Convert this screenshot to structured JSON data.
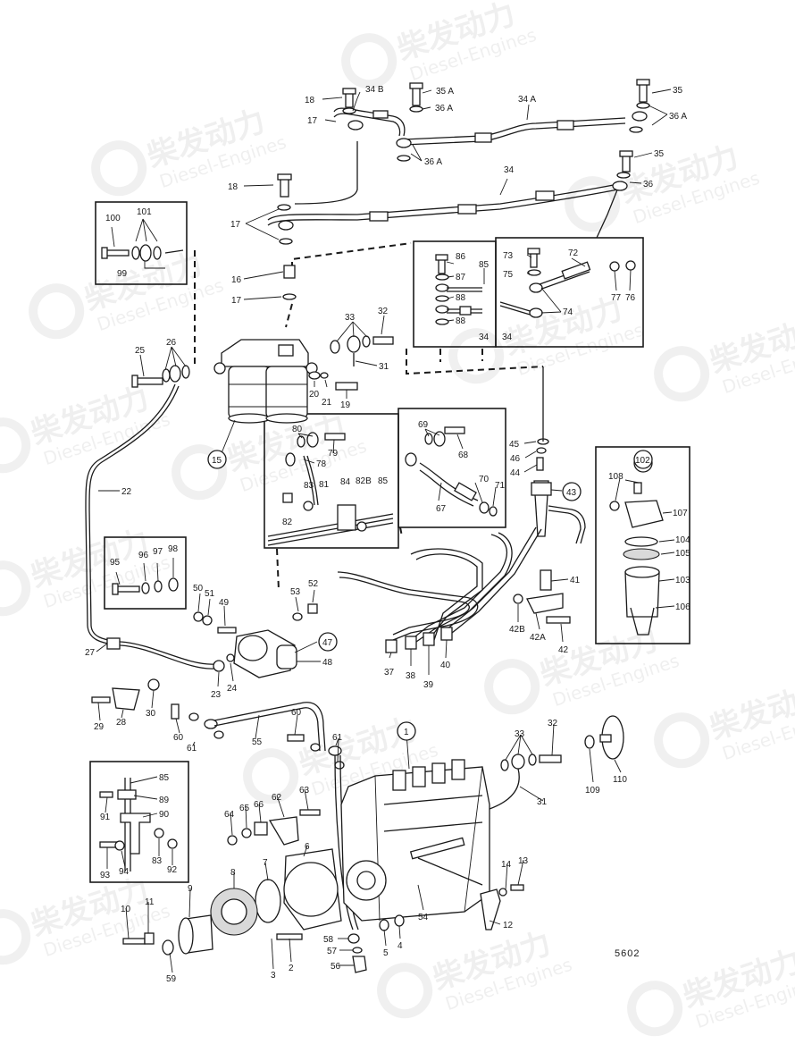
{
  "watermark": {
    "brand_cn": "柴发动力",
    "brand_en": "Diesel-Engines"
  },
  "drawing_number": "5602",
  "labels": [
    {
      "id": "l18a",
      "text": "18"
    },
    {
      "id": "l34b",
      "text": "34 B"
    },
    {
      "id": "l35a",
      "text": "35 A"
    },
    {
      "id": "l36a1",
      "text": "36 A"
    },
    {
      "id": "l34a",
      "text": "34 A"
    },
    {
      "id": "l35a2",
      "text": "35"
    },
    {
      "id": "l36a2",
      "text": "36 A"
    },
    {
      "id": "l17a",
      "text": "17"
    },
    {
      "id": "l36a3",
      "text": "36 A"
    },
    {
      "id": "l35b",
      "text": "35"
    },
    {
      "id": "l18b",
      "text": "18"
    },
    {
      "id": "l34",
      "text": "34"
    },
    {
      "id": "l36",
      "text": "36"
    },
    {
      "id": "l17b",
      "text": "17"
    },
    {
      "id": "l100",
      "text": "100"
    },
    {
      "id": "l101",
      "text": "101"
    },
    {
      "id": "l99",
      "text": "99"
    },
    {
      "id": "l16",
      "text": "16"
    },
    {
      "id": "l17c",
      "text": "17"
    },
    {
      "id": "l86",
      "text": "86"
    },
    {
      "id": "l85a",
      "text": "85"
    },
    {
      "id": "l87",
      "text": "87"
    },
    {
      "id": "l88a",
      "text": "88"
    },
    {
      "id": "l88b",
      "text": "88"
    },
    {
      "id": "l34c",
      "text": "34"
    },
    {
      "id": "l34d",
      "text": "34"
    },
    {
      "id": "l73",
      "text": "73"
    },
    {
      "id": "l72",
      "text": "72"
    },
    {
      "id": "l75",
      "text": "75"
    },
    {
      "id": "l77",
      "text": "77"
    },
    {
      "id": "l76",
      "text": "76"
    },
    {
      "id": "l74",
      "text": "74"
    },
    {
      "id": "l33a",
      "text": "33"
    },
    {
      "id": "l32a",
      "text": "32"
    },
    {
      "id": "l25",
      "text": "25"
    },
    {
      "id": "l26",
      "text": "26"
    },
    {
      "id": "l31a",
      "text": "31"
    },
    {
      "id": "l20",
      "text": "20"
    },
    {
      "id": "l21",
      "text": "21"
    },
    {
      "id": "l19",
      "text": "19"
    },
    {
      "id": "l15",
      "text": "15"
    },
    {
      "id": "l80",
      "text": "80"
    },
    {
      "id": "l79",
      "text": "79"
    },
    {
      "id": "l78",
      "text": "78"
    },
    {
      "id": "l83a",
      "text": "83"
    },
    {
      "id": "l81",
      "text": "81"
    },
    {
      "id": "l84",
      "text": "84"
    },
    {
      "id": "l82b",
      "text": "82B"
    },
    {
      "id": "l85b",
      "text": "85"
    },
    {
      "id": "l82",
      "text": "82"
    },
    {
      "id": "l69",
      "text": "69"
    },
    {
      "id": "l68",
      "text": "68"
    },
    {
      "id": "l70",
      "text": "70"
    },
    {
      "id": "l71",
      "text": "71"
    },
    {
      "id": "l67",
      "text": "67"
    },
    {
      "id": "l45",
      "text": "45"
    },
    {
      "id": "l46",
      "text": "46"
    },
    {
      "id": "l44",
      "text": "44"
    },
    {
      "id": "l43",
      "text": "43"
    },
    {
      "id": "l102",
      "text": "102"
    },
    {
      "id": "l108",
      "text": "108"
    },
    {
      "id": "l107",
      "text": "107"
    },
    {
      "id": "l104",
      "text": "104"
    },
    {
      "id": "l105",
      "text": "105"
    },
    {
      "id": "l103",
      "text": "103"
    },
    {
      "id": "l106",
      "text": "106"
    },
    {
      "id": "l22",
      "text": "22"
    },
    {
      "id": "l95",
      "text": "95"
    },
    {
      "id": "l96",
      "text": "96"
    },
    {
      "id": "l97",
      "text": "97"
    },
    {
      "id": "l98",
      "text": "98"
    },
    {
      "id": "l50",
      "text": "50"
    },
    {
      "id": "l51",
      "text": "51"
    },
    {
      "id": "l49",
      "text": "49"
    },
    {
      "id": "l53",
      "text": "53"
    },
    {
      "id": "l52",
      "text": "52"
    },
    {
      "id": "l41",
      "text": "41"
    },
    {
      "id": "l42b",
      "text": "42B"
    },
    {
      "id": "l42a",
      "text": "42A"
    },
    {
      "id": "l42",
      "text": "42"
    },
    {
      "id": "l27",
      "text": "27"
    },
    {
      "id": "l47",
      "text": "47"
    },
    {
      "id": "l48",
      "text": "48"
    },
    {
      "id": "l23",
      "text": "23"
    },
    {
      "id": "l24",
      "text": "24"
    },
    {
      "id": "l37",
      "text": "37"
    },
    {
      "id": "l38",
      "text": "38"
    },
    {
      "id": "l39",
      "text": "39"
    },
    {
      "id": "l40",
      "text": "40"
    },
    {
      "id": "l29",
      "text": "29"
    },
    {
      "id": "l28",
      "text": "28"
    },
    {
      "id": "l30",
      "text": "30"
    },
    {
      "id": "l60a",
      "text": "60"
    },
    {
      "id": "l61a",
      "text": "61"
    },
    {
      "id": "l55",
      "text": "55"
    },
    {
      "id": "l60b",
      "text": "60"
    },
    {
      "id": "l61b",
      "text": "61"
    },
    {
      "id": "l1",
      "text": "1"
    },
    {
      "id": "l33b",
      "text": "33"
    },
    {
      "id": "l32b",
      "text": "32"
    },
    {
      "id": "l31b",
      "text": "31"
    },
    {
      "id": "l109",
      "text": "109"
    },
    {
      "id": "l110",
      "text": "110"
    },
    {
      "id": "l85c",
      "text": "85"
    },
    {
      "id": "l89",
      "text": "89"
    },
    {
      "id": "l91",
      "text": "91"
    },
    {
      "id": "l90",
      "text": "90"
    },
    {
      "id": "l93",
      "text": "93"
    },
    {
      "id": "l94",
      "text": "94"
    },
    {
      "id": "l83b",
      "text": "83"
    },
    {
      "id": "l92",
      "text": "92"
    },
    {
      "id": "l62",
      "text": "62"
    },
    {
      "id": "l63",
      "text": "63"
    },
    {
      "id": "l66",
      "text": "66"
    },
    {
      "id": "l65",
      "text": "65"
    },
    {
      "id": "l64",
      "text": "64"
    },
    {
      "id": "l6",
      "text": "6"
    },
    {
      "id": "l7",
      "text": "7"
    },
    {
      "id": "l8",
      "text": "8"
    },
    {
      "id": "l9",
      "text": "9"
    },
    {
      "id": "l10",
      "text": "10"
    },
    {
      "id": "l11",
      "text": "11"
    },
    {
      "id": "l14",
      "text": "14"
    },
    {
      "id": "l13",
      "text": "13"
    },
    {
      "id": "l12",
      "text": "12"
    },
    {
      "id": "l54",
      "text": "54"
    },
    {
      "id": "l58",
      "text": "58"
    },
    {
      "id": "l57",
      "text": "57"
    },
    {
      "id": "l56",
      "text": "56"
    },
    {
      "id": "l5",
      "text": "5"
    },
    {
      "id": "l4",
      "text": "4"
    },
    {
      "id": "l3",
      "text": "3"
    },
    {
      "id": "l2",
      "text": "2"
    },
    {
      "id": "l59",
      "text": "59"
    }
  ]
}
